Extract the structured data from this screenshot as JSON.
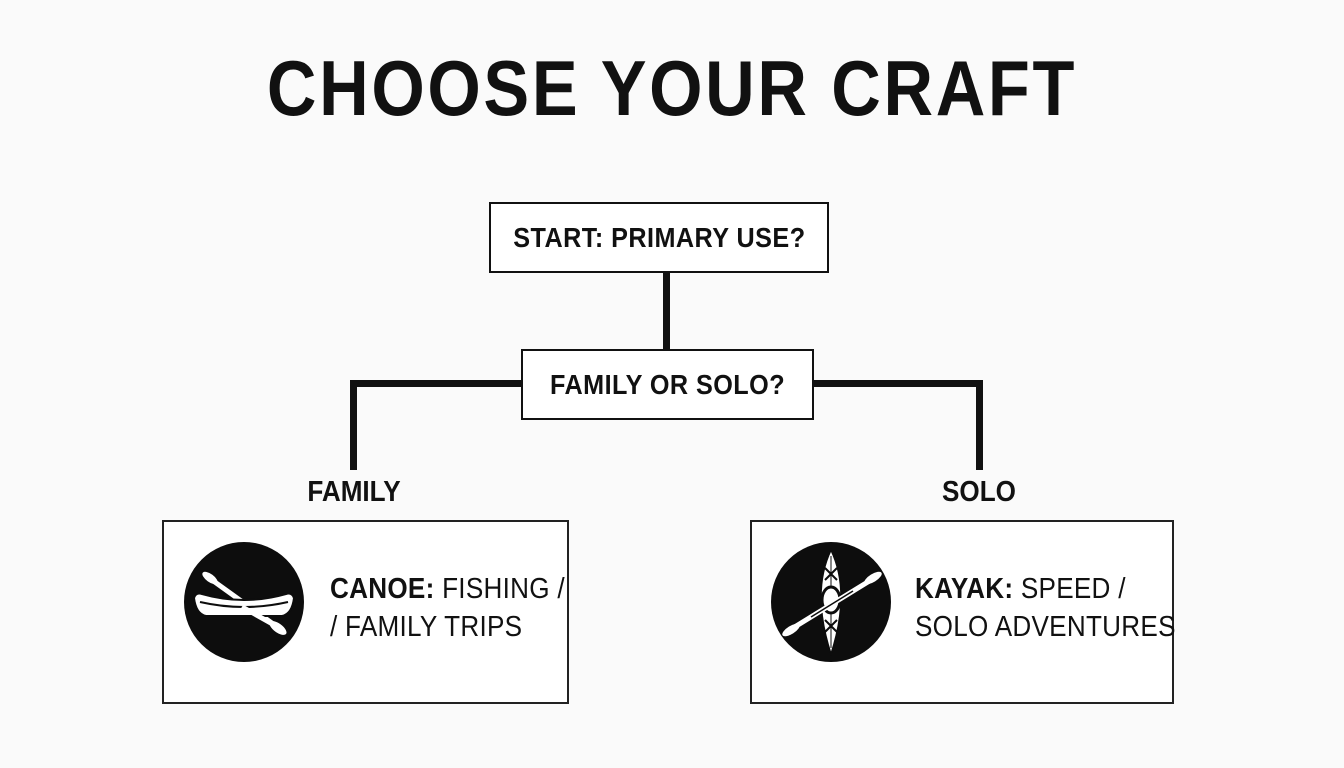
{
  "title": "CHOOSE YOUR CRAFT",
  "nodes": {
    "start": "START: PRIMARY USE?",
    "question": "FAMILY OR SOLO?"
  },
  "branches": {
    "left": "FAMILY",
    "right": "SOLO"
  },
  "cards": {
    "canoe": {
      "icon": "canoe-icon",
      "name": "CANOE:",
      "line1": " FISHING /",
      "line2": "/ FAMILY TRIPS"
    },
    "kayak": {
      "icon": "kayak-icon",
      "name": "KAYAK:",
      "line1": " SPEED /",
      "line2": "SOLO ADVENTURES"
    }
  },
  "colors": {
    "ink": "#111111",
    "background": "#fafafa"
  }
}
